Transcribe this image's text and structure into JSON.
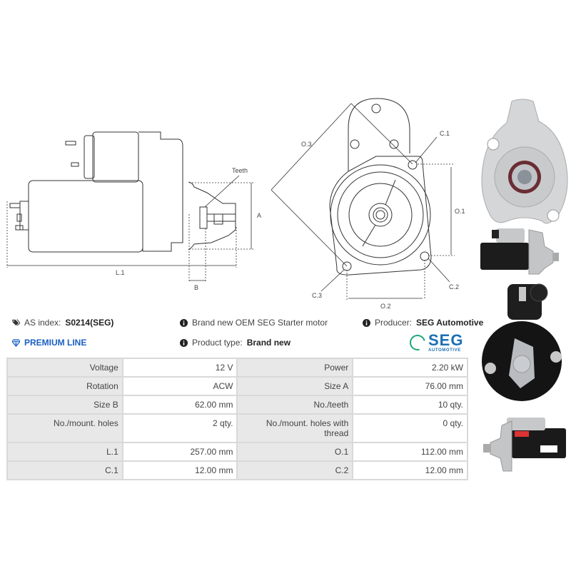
{
  "drawing": {
    "side_view_labels": {
      "teeth": "Teeth",
      "a": "A",
      "b": "B",
      "l1": "L.1"
    },
    "front_view_labels": {
      "o3": "O.3",
      "c1": "C.1",
      "o1": "O.1",
      "c2": "C.2",
      "c3": "C.3",
      "o2": "O.2"
    }
  },
  "info": {
    "as_index_label": "AS index:",
    "as_index_value": "S0214(SEG)",
    "premium_line": "PREMIUM LINE",
    "description": "Brand new OEM SEG Starter motor",
    "product_type_label": "Product type:",
    "product_type_value": "Brand new",
    "producer_label": "Producer:",
    "producer_value": "SEG Automotive",
    "logo_big": "SEG",
    "logo_small": "AUTOMOTIVE"
  },
  "icons": {
    "tag": "tags-icon",
    "diamond": "diamond-icon",
    "info": "info-circle-icon"
  },
  "colors": {
    "premium_blue": "#1b5fc1",
    "seg_blue": "#1b6fb5",
    "seg_green": "#1fa67a",
    "table_label_bg": "#e8e8e8",
    "table_border": "#d9d9d9"
  },
  "specs": [
    {
      "l1": "Voltage",
      "v1": "12 V",
      "l2": "Power",
      "v2": "2.20 kW"
    },
    {
      "l1": "Rotation",
      "v1": "ACW",
      "l2": "Size A",
      "v2": "76.00 mm"
    },
    {
      "l1": "Size B",
      "v1": "62.00 mm",
      "l2": "No./teeth",
      "v2": "10 qty."
    },
    {
      "l1": "No./mount. holes",
      "v1": "2 qty.",
      "l2": "No./mount. holes with thread",
      "v2": "0 qty."
    },
    {
      "l1": "L.1",
      "v1": "257.00 mm",
      "l2": "O.1",
      "v2": "112.00 mm"
    },
    {
      "l1": "C.1",
      "v1": "12.00 mm",
      "l2": "C.2",
      "v2": "12.00 mm"
    }
  ]
}
